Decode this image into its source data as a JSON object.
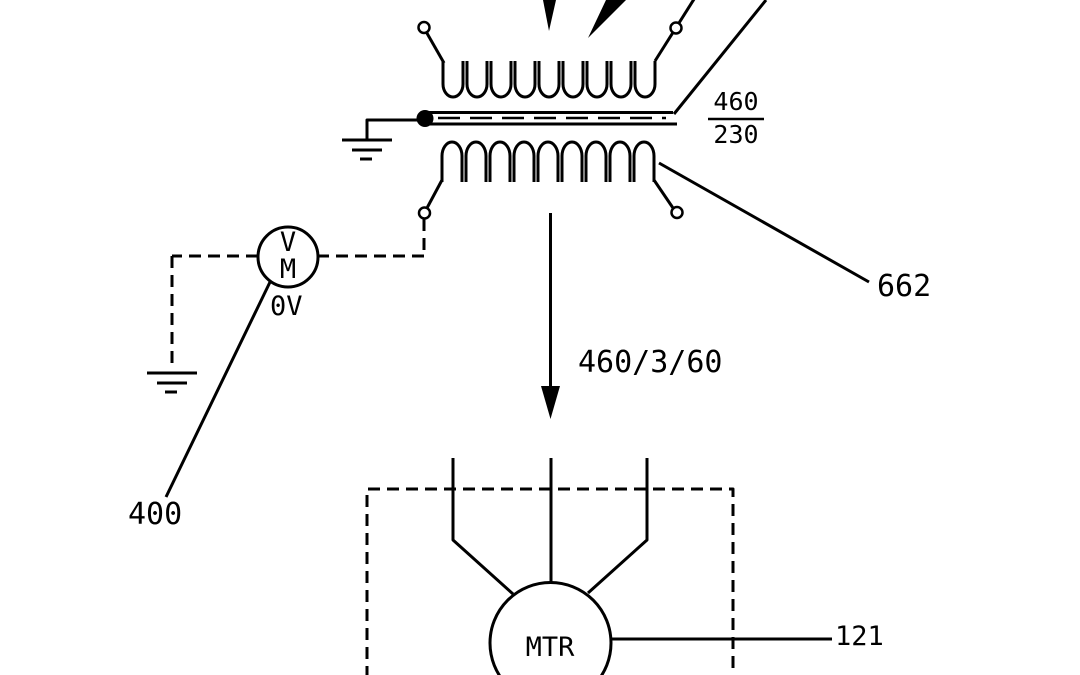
{
  "schematic": {
    "transformer": {
      "voltage_ratio": {
        "primary": "460",
        "secondary": "230"
      }
    },
    "voltmeter": {
      "line1": "V",
      "line2": "M",
      "reading": "0V"
    },
    "motor": {
      "label": "MTR"
    },
    "supply_rating": "460/3/60",
    "reference_numbers": {
      "voltmeter": "400",
      "transformer_secondary": "662",
      "motor": "121"
    },
    "colors": {
      "ink": "#000000",
      "paper": "#ffffff"
    }
  }
}
